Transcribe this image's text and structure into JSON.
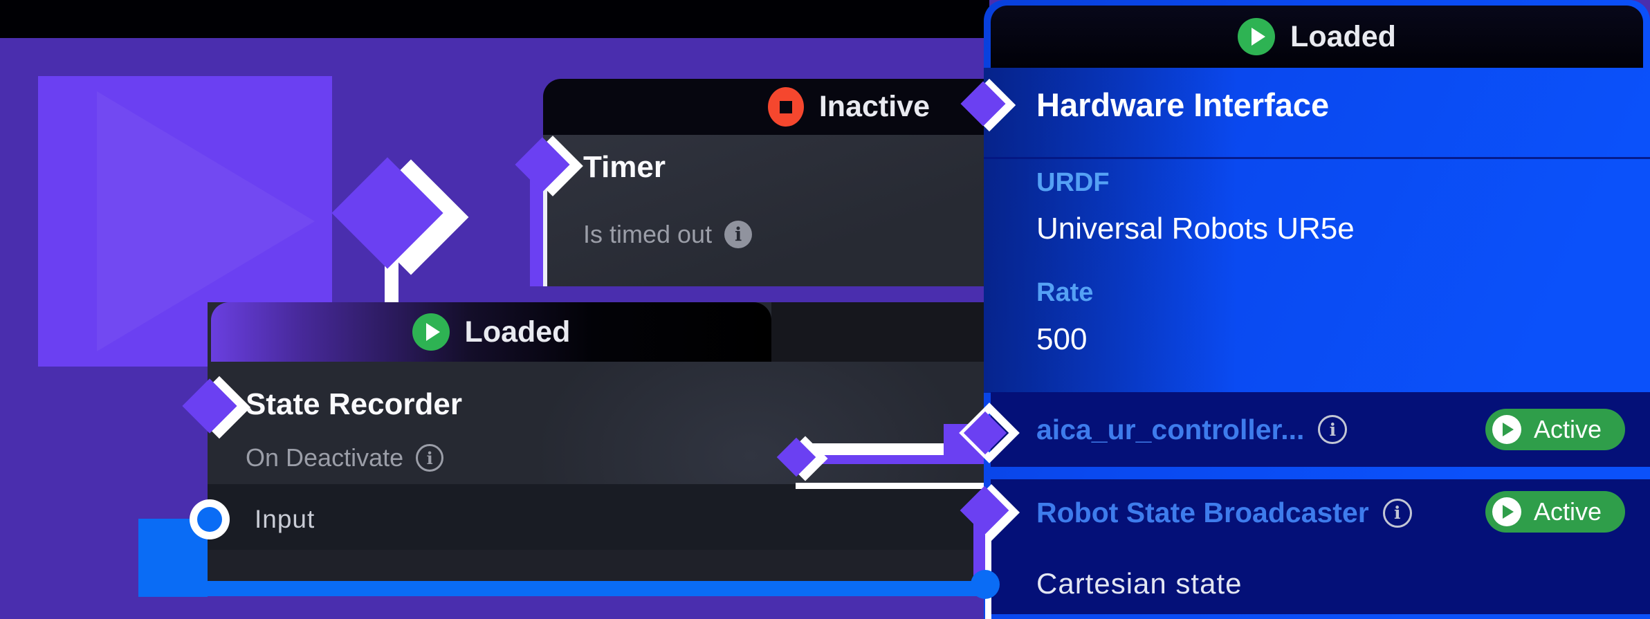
{
  "canvas": {
    "background_purple": "#4A2EAE",
    "accent_purple": "#6B40F2",
    "connection_blue": "#0A6CF5",
    "panel_blue": "#0A49F0",
    "row_navy": "#041078",
    "status_green": "#2EB353",
    "status_red": "#F5472E"
  },
  "icons": {
    "loaded": "play-icon",
    "inactive": "stop-icon",
    "info": "info-icon",
    "input_port": "circle-port",
    "signal_port": "diamond-port"
  },
  "timer_node": {
    "title": "Timer",
    "status_label": "Inactive",
    "field_label": "Is timed out"
  },
  "state_recorder_node": {
    "title": "State Recorder",
    "status_label": "Loaded",
    "field_label": "On Deactivate",
    "input_label": "Input"
  },
  "hardware_interface_node": {
    "status_label": "Loaded",
    "title": "Hardware Interface",
    "urdf_label": "URDF",
    "urdf_value": "Universal Robots UR5e",
    "rate_label": "Rate",
    "rate_value": "500",
    "controllers": [
      {
        "name": "aica_ur_controller...",
        "status": "Active"
      },
      {
        "name": "Robot State Broadcaster",
        "status": "Active"
      }
    ],
    "output_label": "Cartesian state"
  }
}
